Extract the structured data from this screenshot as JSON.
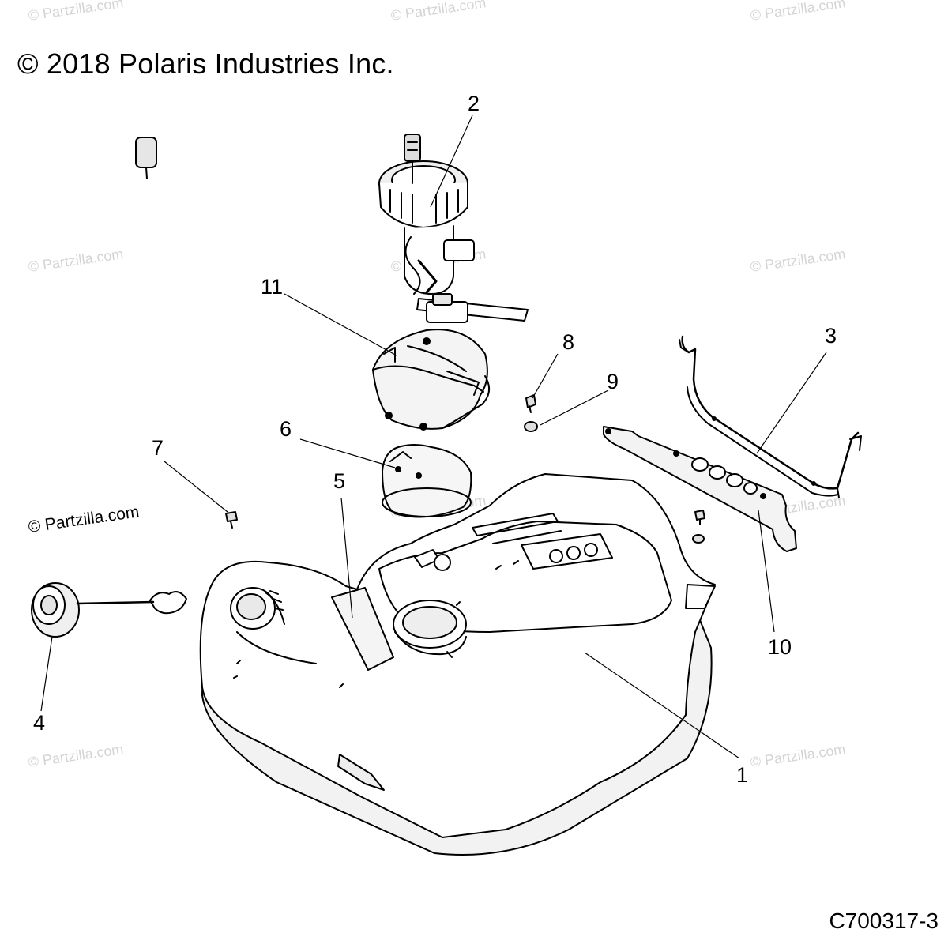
{
  "copyright": "© 2018 Polaris Industries Inc.",
  "catalog_id": "C700317-3",
  "watermark": {
    "light": "© Partzilla.com",
    "dark": "© Partzilla.com"
  },
  "callouts": [
    "1",
    "2",
    "3",
    "4",
    "5",
    "6",
    "7",
    "8",
    "9",
    "10",
    "11"
  ]
}
